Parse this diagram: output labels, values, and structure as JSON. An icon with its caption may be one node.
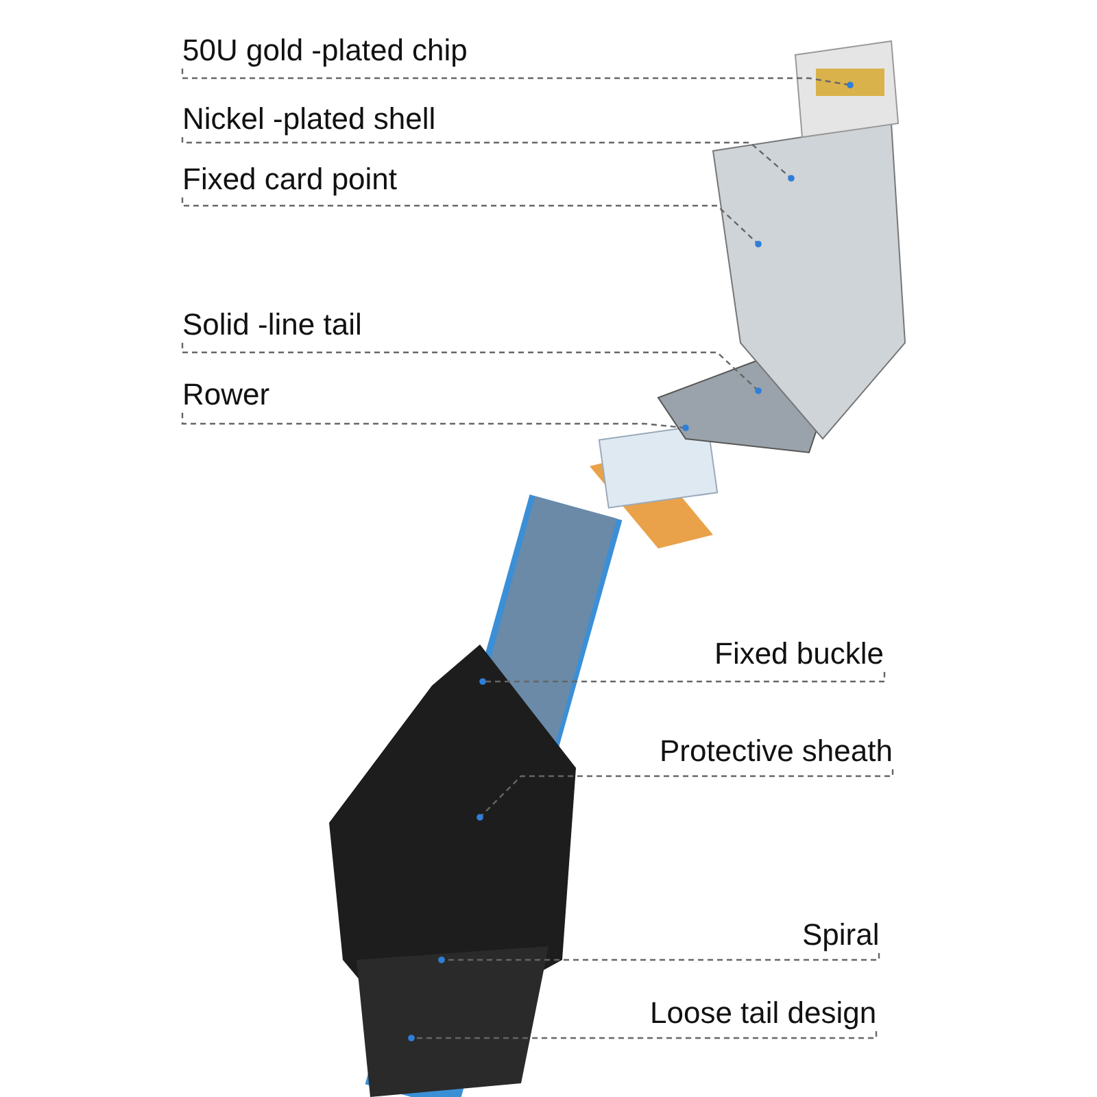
{
  "diagram": {
    "nodes": [
      {
        "text": [
          "50U gold -plated chip"
        ]
      },
      {
        "text": [
          "Nickel -plated shell"
        ]
      },
      {
        "text": [
          "Fixed card point"
        ]
      },
      {
        "text": [
          "Solid -line tail"
        ]
      },
      {
        "text": [
          "Rower"
        ]
      },
      {
        "text": [
          "Fixed buckle"
        ]
      },
      {
        "text": [
          "Protective sheath"
        ]
      },
      {
        "text": [
          "Spiral"
        ]
      },
      {
        "text": [
          "Loose tail design"
        ]
      }
    ],
    "edges": [
      {
        "from": 0,
        "to": null,
        "arrow": "other",
        "style": "dashed"
      },
      {
        "from": 1,
        "to": null,
        "arrow": "other",
        "style": "dashed"
      },
      {
        "from": 2,
        "to": null,
        "arrow": "other",
        "style": "dashed"
      },
      {
        "from": 3,
        "to": null,
        "arrow": "other",
        "style": "dashed"
      },
      {
        "from": 4,
        "to": null,
        "arrow": "other",
        "style": "dashed"
      },
      {
        "from": 5,
        "to": null,
        "arrow": "other",
        "style": "dashed"
      },
      {
        "from": 6,
        "to": null,
        "arrow": "other",
        "style": "dashed"
      },
      {
        "from": 7,
        "to": null,
        "arrow": "other",
        "style": "dashed"
      },
      {
        "from": 8,
        "to": null,
        "arrow": "other",
        "style": "dashed"
      }
    ]
  }
}
